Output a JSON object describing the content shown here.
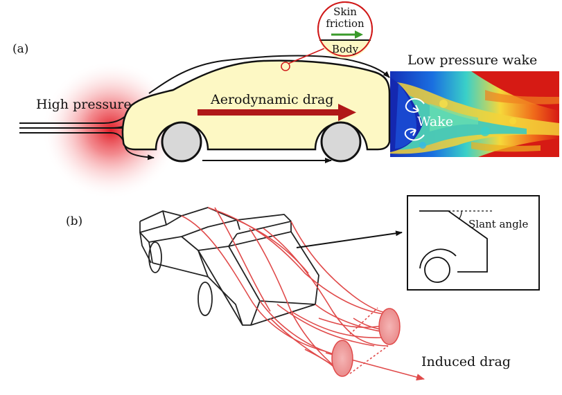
{
  "panel_a": {
    "label": "(a)",
    "high_pressure": "High pressure",
    "drag": "Aerodynamic drag",
    "wake_title": "Low pressure wake",
    "wake": "Wake",
    "inset_top_1": "Skin",
    "inset_top_2": "friction",
    "inset_bottom": "Body"
  },
  "panel_b": {
    "label": "(b)",
    "slant": "Slant angle",
    "induced": "Induced drag"
  },
  "colors": {
    "car_fill": "#fdf8c4",
    "drag_arrow": "#b01818",
    "high_pressure": "#e0141e",
    "vortex": "#e04a4a",
    "skin_arrow": "#3a9a2a"
  }
}
